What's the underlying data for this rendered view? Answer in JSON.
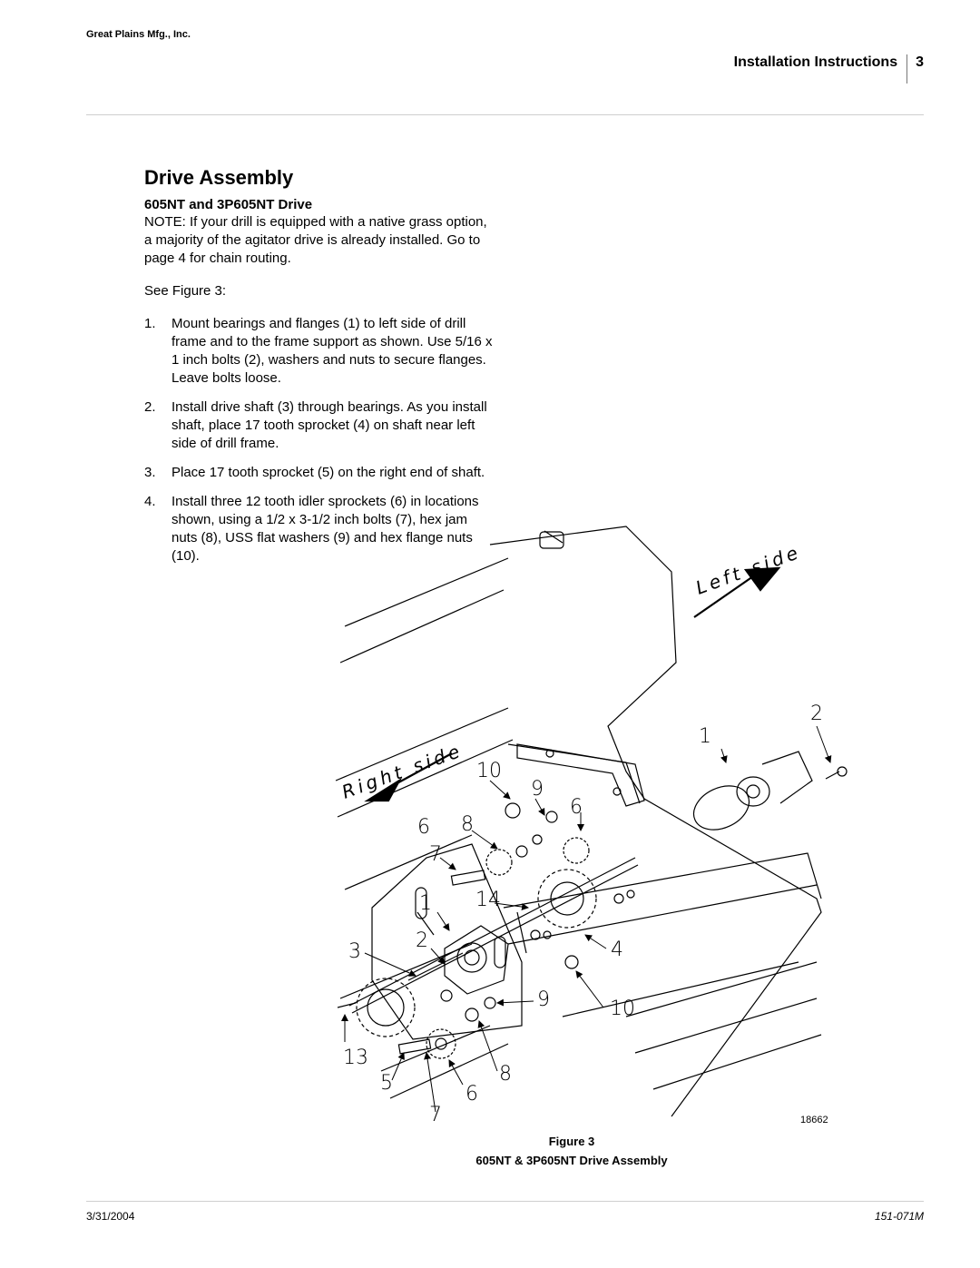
{
  "header": {
    "company": "Great Plains Mfg., Inc.",
    "section": "Installation Instructions",
    "page_number": "3"
  },
  "main": {
    "title": "Drive Assembly",
    "subtitle": "605NT and 3P605NT Drive",
    "note": "NOTE: If your drill is equipped with a native grass option, a majority of the agitator drive is already installed. Go to page 4 for chain routing.",
    "see_figure": "See Figure 3:",
    "steps": [
      {
        "num": "1.",
        "text": "Mount bearings and flanges (1) to left side of drill frame and to the frame support as shown. Use 5/16 x 1 inch bolts (2), washers and nuts to secure flanges. Leave bolts loose."
      },
      {
        "num": "2.",
        "text": "Install drive shaft (3) through bearings. As you install shaft, place 17 tooth sprocket (4) on shaft near left side of drill frame."
      },
      {
        "num": "3.",
        "text": "Place 17 tooth sprocket (5) on the right end of shaft."
      },
      {
        "num": "4.",
        "text": "Install three 12 tooth idler sprockets (6) in locations shown, using a 1/2 x 3-1/2 inch bolts (7), hex jam nuts (8), USS flat washers (9) and hex flange nuts (10)."
      }
    ]
  },
  "figure": {
    "left_side_label": "Left side",
    "right_side_label": "Right side",
    "callouts": [
      "1",
      "2",
      "10",
      "9",
      "6",
      "6",
      "8",
      "7",
      "1",
      "14",
      "3",
      "2",
      "4",
      "9",
      "10",
      "13",
      "5",
      "8",
      "6",
      "7"
    ],
    "drawing_number": "18662",
    "caption_label": "Figure 3",
    "caption_title": "605NT & 3P605NT Drive Assembly"
  },
  "footer": {
    "date": "3/31/2004",
    "part_number": "151-071M"
  }
}
